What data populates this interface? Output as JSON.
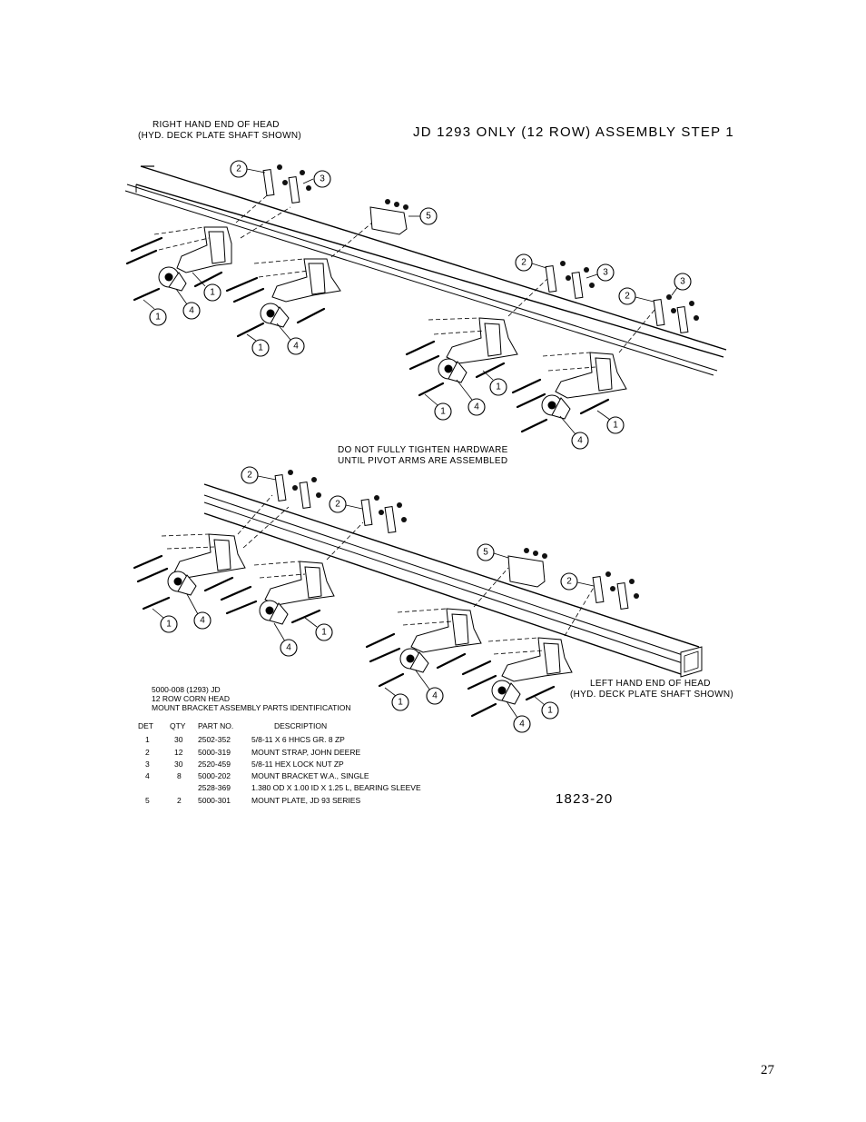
{
  "header": {
    "right_end_line1": "RIGHT HAND END OF HEAD",
    "right_end_line2": "(HYD. DECK PLATE SHAFT SHOWN)",
    "title": "JD 1293 ONLY (12 ROW) ASSEMBLY STEP 1"
  },
  "notes": {
    "tighten_line1": "DO NOT FULLY TIGHTEN HARDWARE",
    "tighten_line2": "UNTIL PIVOT ARMS ARE ASSEMBLED",
    "left_end_line1": "LEFT HAND END OF HEAD",
    "left_end_line2": "(HYD. DECK PLATE SHAFT SHOWN)"
  },
  "parts_block": {
    "line1": "5000-008 (1293) JD",
    "line2": "12 ROW CORN HEAD",
    "line3": "MOUNT BRACKET ASSEMBLY PARTS IDENTIFICATION",
    "columns": [
      "DET",
      "QTY",
      "PART NO.",
      "DESCRIPTION"
    ],
    "rows": [
      {
        "det": "1",
        "qty": "30",
        "part": "2502-352",
        "desc": "5/8-11 X 6 HHCS GR. 8 ZP"
      },
      {
        "det": "2",
        "qty": "12",
        "part": "5000-319",
        "desc": "MOUNT STRAP, JOHN DEERE"
      },
      {
        "det": "3",
        "qty": "30",
        "part": "2520-459",
        "desc": "5/8-11 HEX LOCK NUT ZP"
      },
      {
        "det": "4",
        "qty": "8",
        "part": "5000-202",
        "desc": "MOUNT BRACKET W.A., SINGLE"
      },
      {
        "det": "",
        "qty": "",
        "part": "2528-369",
        "desc": "1.380 OD X 1.00 ID X 1.25 L, BEARING SLEEVE"
      },
      {
        "det": "5",
        "qty": "2",
        "part": "5000-301",
        "desc": "MOUNT PLATE, JD 93 SERIES"
      }
    ]
  },
  "drawing_number": "1823-20",
  "page_number": "27",
  "balloons": [
    "1",
    "2",
    "3",
    "4",
    "5"
  ]
}
